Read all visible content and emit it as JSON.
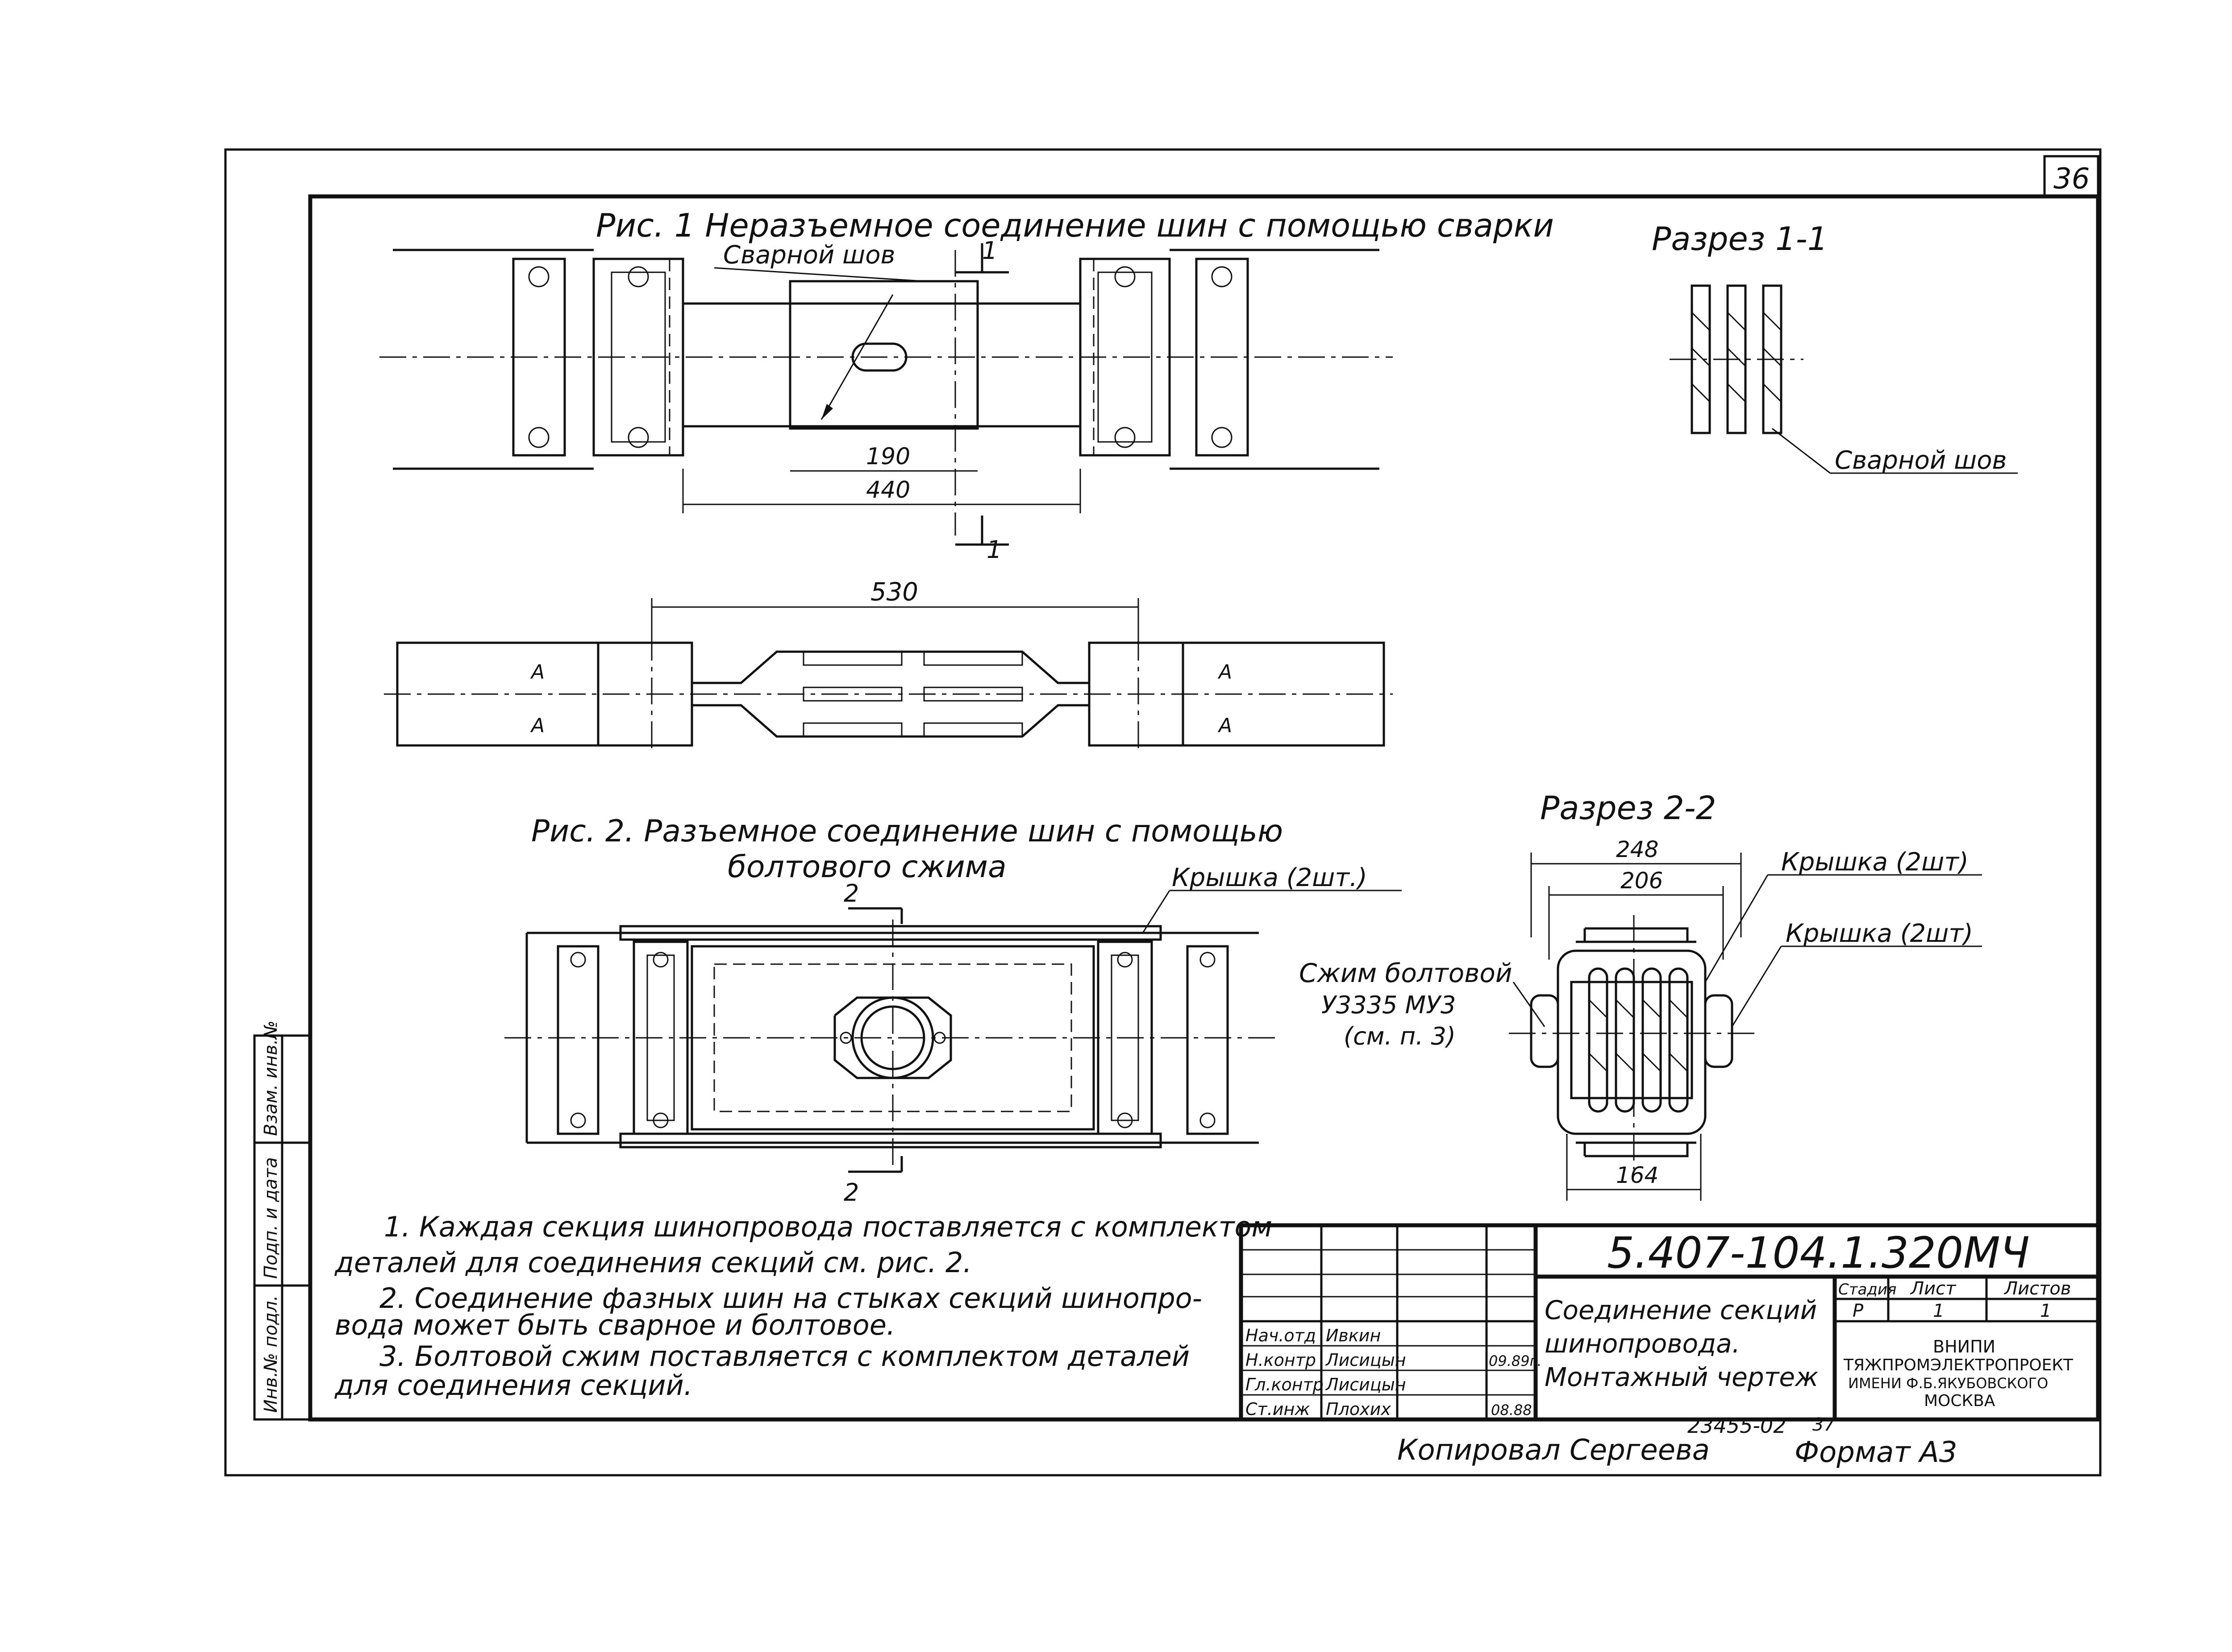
{
  "sheet_number": "36",
  "fig1": {
    "title": "Рис. 1  Неразъемное   соединение   шин  с  помощью  сварки",
    "weld_label": "Сварной  шов",
    "section_mark": "1",
    "dim_190": "190",
    "dim_440": "440",
    "dim_530": "530",
    "mark_a": "А"
  },
  "section11": {
    "title": "Разрез  1-1",
    "weld_label": "Сварной  шов"
  },
  "fig2": {
    "title_line1": "Рис. 2.   Разъемное  соединение  шин   с помощью",
    "title_line2": "болтового   сжима",
    "cover_label": "Крышка (2шт.)",
    "section_mark": "2"
  },
  "section22": {
    "title": "Разрез  2-2",
    "dim_248": "248",
    "dim_206": "206",
    "dim_164": "164",
    "cover_label_1": "Крышка (2шт)",
    "cover_label_2": "Крышка (2шт)",
    "clamp_line1": "Сжим  болтовой",
    "clamp_line2": "У3335 МУ3",
    "clamp_line3": "(см. п. 3)"
  },
  "notes": {
    "n1_line1": "1. Каждая  секция  шинопровода  поставляется  с  комплектом",
    "n1_line2": "деталей  для  соединения   секций   см.  рис. 2.",
    "n2_line1": "2. Соединение  фазных  шин  на  стыках  секций  шинопро-",
    "n2_line2": "вода  может  быть  сварное   и  болтовое.",
    "n3_line1": "3. Болтовой  сжим  поставляется  с  комплектом  деталей",
    "n3_line2": "для  соединения   секций."
  },
  "side_stamp": {
    "inv_podl": "Инв.№ подл.",
    "podp_data": "Подп. и дата",
    "vzam_inv": "Взам. инв.№"
  },
  "title_block": {
    "doc_code": "5.407-104.1.320МЧ",
    "title_line1": "Соединение  секций",
    "title_line2": "шинопровода.",
    "title_line3": "Монтажный  чертеж",
    "stage_header": "Стадия",
    "sheet_header": "Лист",
    "sheets_header": "Листов",
    "stage_value": "Р",
    "sheet_value": "1",
    "sheets_value": "1",
    "org_line1": "ВНИПИ",
    "org_line2": "ТЯЖПРОМЭЛЕКТРОПРОЕКТ",
    "org_line3": "ИМЕНИ Ф.Б.ЯКУБОВСКОГО",
    "org_line4": "МОСКВА",
    "roles": [
      {
        "role": "Нач.отд",
        "name": "Ивкин",
        "date": ""
      },
      {
        "role": "Н.контр",
        "name": "Лисицын",
        "date": "09.89г."
      },
      {
        "role": "Гл.контр",
        "name": "Лисицын",
        "date": ""
      },
      {
        "role": "Ст.инж",
        "name": "Плохих",
        "date": "08.88"
      }
    ]
  },
  "footer": {
    "copied": "Копировал  Сергеева",
    "order_no": "23455-02",
    "page_no": "37",
    "format": "Формат  А3"
  }
}
